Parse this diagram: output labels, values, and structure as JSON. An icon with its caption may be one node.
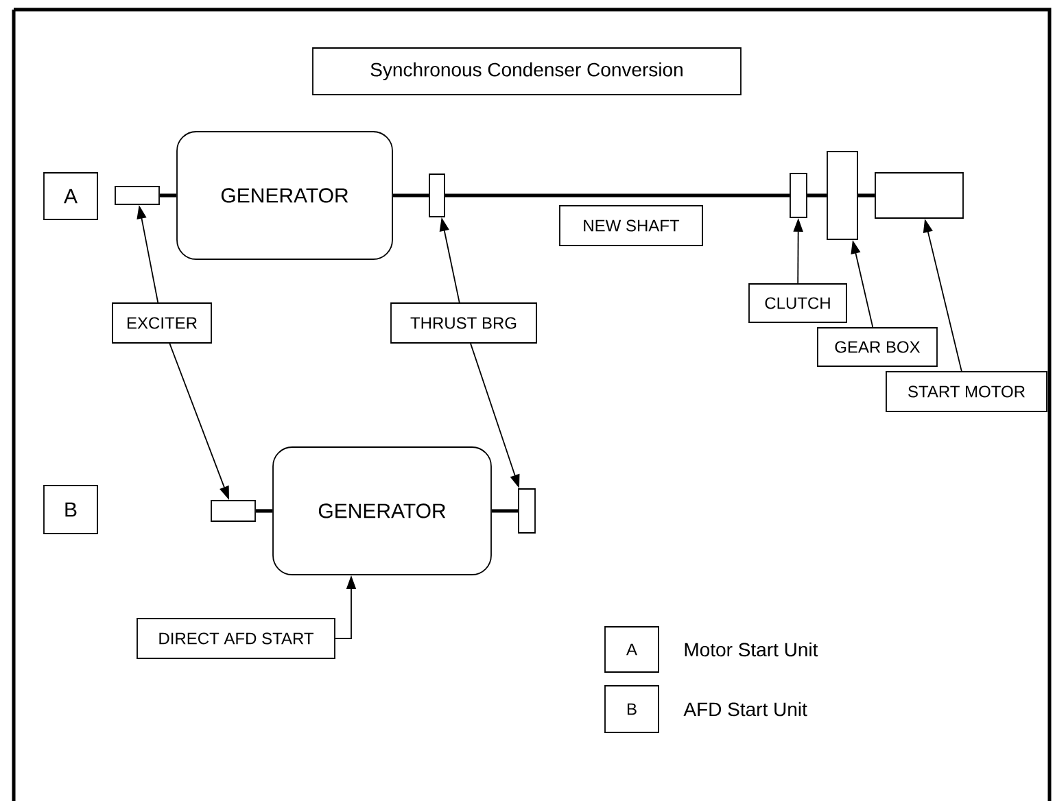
{
  "diagram": {
    "nodes": [
      {
        "text": [
          "Synchronous Condenser Conversion"
        ]
      },
      {
        "text": [
          "A"
        ]
      },
      {
        "text": [],
        "shape": "box"
      },
      {
        "text": [
          "GENERATOR"
        ]
      },
      {
        "text": [],
        "shape": "box"
      },
      {
        "text": [
          "NEW SHAFT"
        ]
      },
      {
        "text": [],
        "shape": "box"
      },
      {
        "text": [],
        "shape": "box"
      },
      {
        "text": [],
        "shape": "box"
      },
      {
        "text": [
          "EXCITER"
        ]
      },
      {
        "text": [
          "THRUST BRG"
        ]
      },
      {
        "text": [
          "CLUTCH"
        ]
      },
      {
        "text": [
          "GEAR BOX"
        ]
      },
      {
        "text": [
          "START MOTOR"
        ]
      },
      {
        "text": [
          "B"
        ]
      },
      {
        "text": [],
        "shape": "box"
      },
      {
        "text": [
          "GENERATOR"
        ]
      },
      {
        "text": [],
        "shape": "box"
      },
      {
        "text": [
          "DIRECT AFD START"
        ]
      },
      {
        "text": [
          "A"
        ],
        "beside": [
          "Motor Start Unit"
        ]
      },
      {
        "text": [
          "B"
        ],
        "beside": [
          "AFD Start Unit"
        ]
      }
    ],
    "edges": [
      {
        "from": 2,
        "to": 3,
        "arrow": "none",
        "style": "thick"
      },
      {
        "from": 3,
        "to": 4,
        "arrow": "none",
        "style": "thick"
      },
      {
        "from": 4,
        "to": 6,
        "arrow": "none",
        "style": "thick"
      },
      {
        "from": 6,
        "to": 7,
        "arrow": "none",
        "style": "thick"
      },
      {
        "from": 7,
        "to": 8,
        "arrow": "none",
        "style": "thick"
      },
      {
        "from": 15,
        "to": 16,
        "arrow": "none",
        "style": "thick"
      },
      {
        "from": 16,
        "to": 17,
        "arrow": "none",
        "style": "thick"
      },
      {
        "from": 9,
        "to": 2,
        "arrow": "to"
      },
      {
        "from": 9,
        "to": 15,
        "arrow": "to"
      },
      {
        "from": 10,
        "to": 4,
        "arrow": "to"
      },
      {
        "from": 10,
        "to": 17,
        "arrow": "to"
      },
      {
        "from": 11,
        "to": 6,
        "arrow": "to"
      },
      {
        "from": 12,
        "to": 7,
        "arrow": "to"
      },
      {
        "from": 13,
        "to": 8,
        "arrow": "to"
      },
      {
        "from": 18,
        "to": 16,
        "arrow": "to"
      }
    ]
  }
}
